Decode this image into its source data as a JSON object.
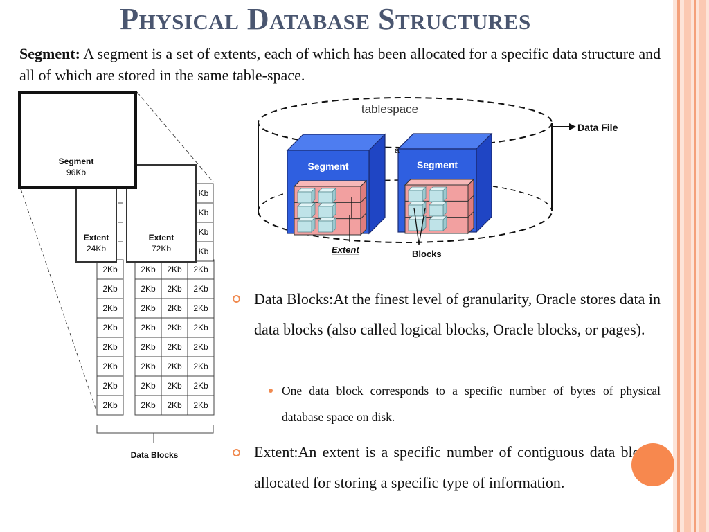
{
  "slide": {
    "title": "Physical Database Structures",
    "segment_term": "Segment:",
    "segment_definition": " A segment is a set of extents, each of which has been allocated for a specific data structure and all of which are stored in the same table-space."
  },
  "left_diagram": {
    "segment_label": "Segment",
    "segment_size": "96Kb",
    "extent1_label": "Extent",
    "extent1_size": "24Kb",
    "extent2_label": "Extent",
    "extent2_size": "72Kb",
    "block_label": "2Kb",
    "partial_block_label": "Kb",
    "footer_label": "Data Blocks"
  },
  "right_diagram": {
    "tablespace_label": "tablespace",
    "data_file_label": "Data File",
    "segment1_label": "Segment",
    "segment2_label": "Segment",
    "extent_label": "Extent",
    "blocks_label": "Blocks",
    "stray_label": "a"
  },
  "bullets": {
    "b1": "Data Blocks:At the finest level of granularity, Oracle stores data in data blocks (also called logical blocks, Oracle blocks, or pages).",
    "b1_sub": "One data block corresponds to a specific number of bytes of physical database space on disk.",
    "b2": "Extent:An extent is a specific number of contiguous data blocks allocated for storing a specific type of information."
  },
  "colors": {
    "title": "#4a5670",
    "accent": "#f08a50",
    "segment_blue": "#2f5fe0",
    "extent_pink": "#f2a0a0",
    "block_cyan": "#bfe3e8"
  }
}
